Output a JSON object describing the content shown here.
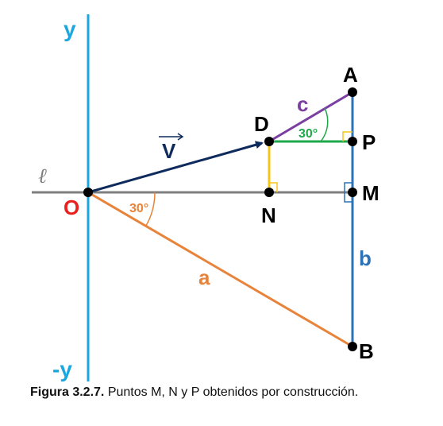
{
  "axis_labels": {
    "y_pos": "y",
    "y_neg": "-y",
    "line": "ℓ"
  },
  "points": {
    "O": "O",
    "D": "D",
    "N": "N",
    "A": "A",
    "P": "P",
    "M": "M",
    "B": "B"
  },
  "segments": {
    "a": "a",
    "b": "b",
    "c": "c",
    "vector": "V"
  },
  "angles": {
    "angle_O": "30°",
    "angle_D": "30°"
  },
  "caption": {
    "label": "Figura 3.2.7.",
    "text": "Puntos M, N y P obtenidos por construcción."
  },
  "colors": {
    "y_axis": "#1aa7e0",
    "line_l": "#7f7f7f",
    "vector": "#0f2a5c",
    "segment_a": "#e8833a",
    "segment_b": "#2b72b8",
    "segment_c": "#7a3fa0",
    "segment_DP": "#1fa84a",
    "segment_DN": "#f5c518",
    "point_O": "#e8201e",
    "point": "#000000"
  }
}
